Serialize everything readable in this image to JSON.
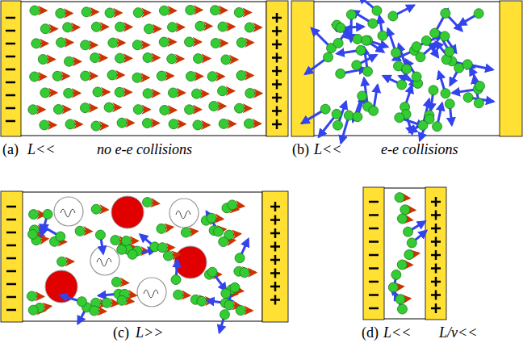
{
  "diagram": {
    "nodes": [
      {
        "text": [
          "(a)",
          "L<<",
          "no e-e collisions"
        ]
      },
      {
        "text": [
          "(b)",
          "L<<",
          "e-e collisions"
        ]
      },
      {
        "text": [
          "(c)",
          "L>>"
        ]
      },
      {
        "text": [
          "(d)",
          "L<<",
          "L/v<<"
        ]
      }
    ]
  }
}
